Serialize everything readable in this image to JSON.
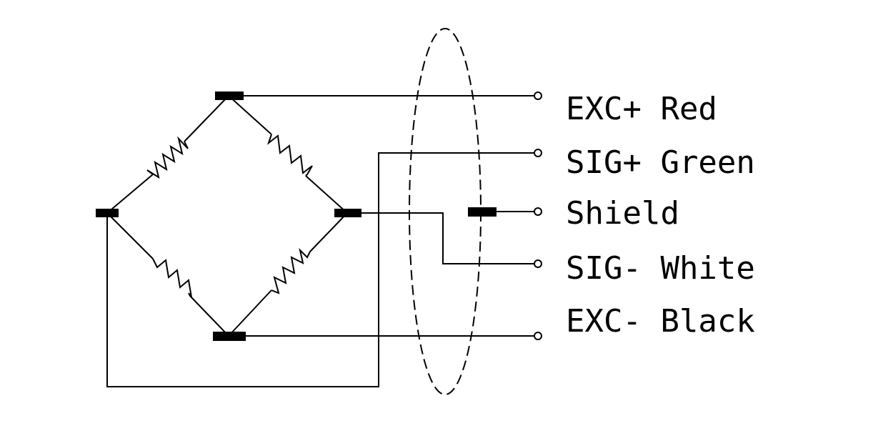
{
  "diagram": {
    "wire_color": "#000000",
    "background_color": "#ffffff",
    "leads": [
      {
        "label": "EXC+ Red"
      },
      {
        "label": "SIG+ Green"
      },
      {
        "label": "Shield"
      },
      {
        "label": "SIG- White"
      },
      {
        "label": "EXC- Black"
      }
    ]
  }
}
